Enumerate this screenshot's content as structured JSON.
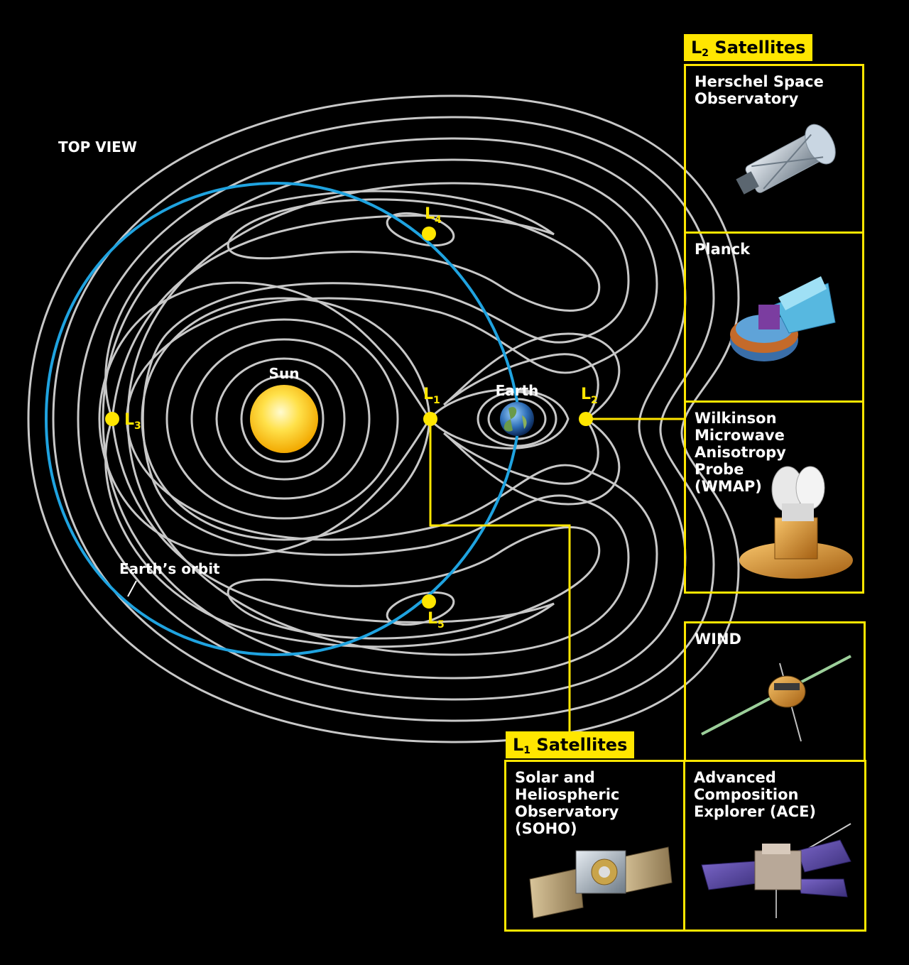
{
  "diagram": {
    "view_label": "TOP VIEW",
    "sun_label": "Sun",
    "earth_label": "Earth",
    "orbit_label": "Earth’s orbit",
    "lagrange_points": [
      {
        "main": "L",
        "sub": "1"
      },
      {
        "main": "L",
        "sub": "2"
      },
      {
        "main": "L",
        "sub": "3"
      },
      {
        "main": "L",
        "sub": "4"
      },
      {
        "main": "L",
        "sub": "5"
      }
    ]
  },
  "l2_panel": {
    "header_main": "L",
    "header_sub": "2",
    "header_rest": " Satellites",
    "satellites": [
      {
        "name": "Herschel Space\nObservatory",
        "icon": "herschel-telescope"
      },
      {
        "name": "Planck",
        "icon": "planck-spacecraft"
      },
      {
        "name": "Wilkinson\nMicrowave\nAnisotropy\nProbe\n(WMAP)",
        "icon": "wmap-spacecraft"
      }
    ]
  },
  "l1_panel": {
    "header_main": "L",
    "header_sub": "1",
    "header_rest": " Satellites",
    "satellites": [
      {
        "name": "WIND",
        "icon": "wind-spacecraft"
      },
      {
        "name": "Solar and\nHeliospheric\nObservatory (SOHO)",
        "icon": "soho-spacecraft"
      },
      {
        "name": "Advanced\nComposition\nExplorer (ACE)",
        "icon": "ace-spacecraft"
      }
    ]
  },
  "colors": {
    "accent": "#ffe600",
    "orbit": "#1fa3e0",
    "contours": "#c8c8c8",
    "background": "#000000"
  }
}
